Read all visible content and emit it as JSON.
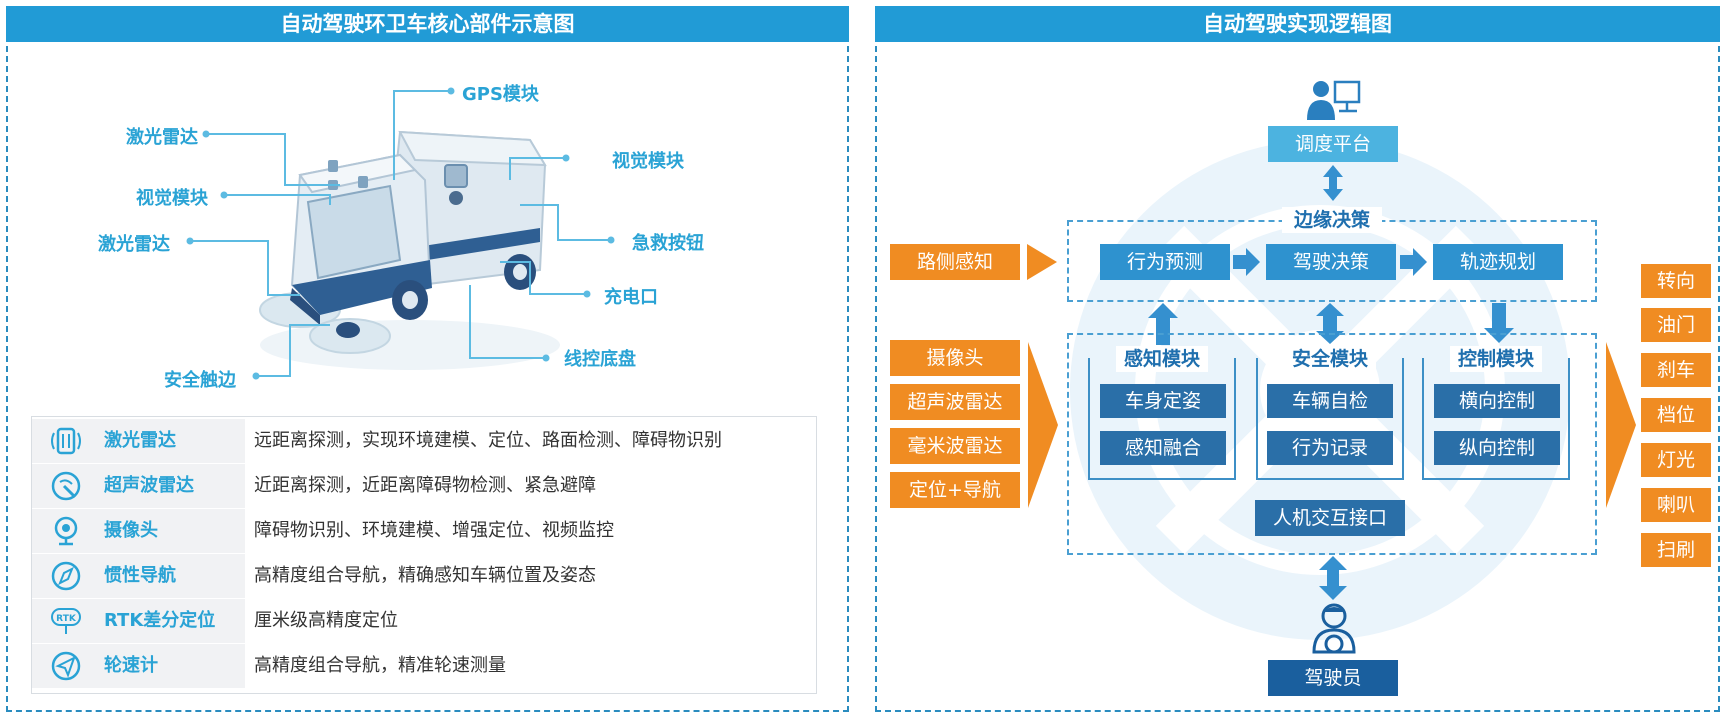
{
  "left_panel": {
    "title": "自动驾驶环卫车核心部件示意图",
    "callouts": {
      "gps": "GPS模块",
      "lidar_top": "激光雷达",
      "vision_left": "视觉模块",
      "lidar_front": "激光雷达",
      "vision_right": "视觉模块",
      "emergency": "急救按钮",
      "charging": "充电口",
      "chassis": "线控底盘",
      "safety_edge": "安全触边"
    },
    "table": [
      {
        "icon": "lidar-icon",
        "name": "激光雷达",
        "desc": "远距离探测，实现环境建模、定位、路面检测、障碍物识别"
      },
      {
        "icon": "ultrasonic-radar-icon",
        "name": "超声波雷达",
        "desc": "近距离探测，近距离障碍物检测、紧急避障"
      },
      {
        "icon": "camera-icon",
        "name": "摄像头",
        "desc": "障碍物识别、环境建模、增强定位、视频监控"
      },
      {
        "icon": "compass-icon",
        "name": "惯性导航",
        "desc": "高精度组合导航，精确感知车辆位置及姿态"
      },
      {
        "icon": "rtk-icon",
        "name": "RTK差分定位",
        "desc": "厘米级高精度定位"
      },
      {
        "icon": "navigation-arrow-icon",
        "name": "轮速计",
        "desc": "高精度组合导航，精准轮速测量"
      }
    ]
  },
  "right_panel": {
    "title": "自动驾驶实现逻辑图",
    "dispatch": "调度平台",
    "edge_decision": "边缘决策",
    "roadside": "路侧感知",
    "decision_chain": [
      "行为预测",
      "驾驶决策",
      "轨迹规划"
    ],
    "inputs": [
      "摄像头",
      "超声波雷达",
      "毫米波雷达",
      "定位+导航"
    ],
    "modules": [
      {
        "title": "感知模块",
        "items": [
          "车身定姿",
          "感知融合"
        ]
      },
      {
        "title": "安全模块",
        "items": [
          "车辆自检",
          "行为记录"
        ]
      },
      {
        "title": "控制模块",
        "items": [
          "横向控制",
          "纵向控制"
        ]
      }
    ],
    "hmi": "人机交互接口",
    "driver": "驾驶员",
    "outputs": [
      "转向",
      "油门",
      "刹车",
      "档位",
      "灯光",
      "喇叭",
      "扫刷"
    ]
  },
  "colors": {
    "title_bar": "#219bd6",
    "callout": "#2aa3d5",
    "orange": "#f08c22",
    "box_blue": "#2e92cf",
    "box_dark": "#2a6fa8",
    "dispatch": "#4cb3e0",
    "driver": "#1a5f9e"
  }
}
